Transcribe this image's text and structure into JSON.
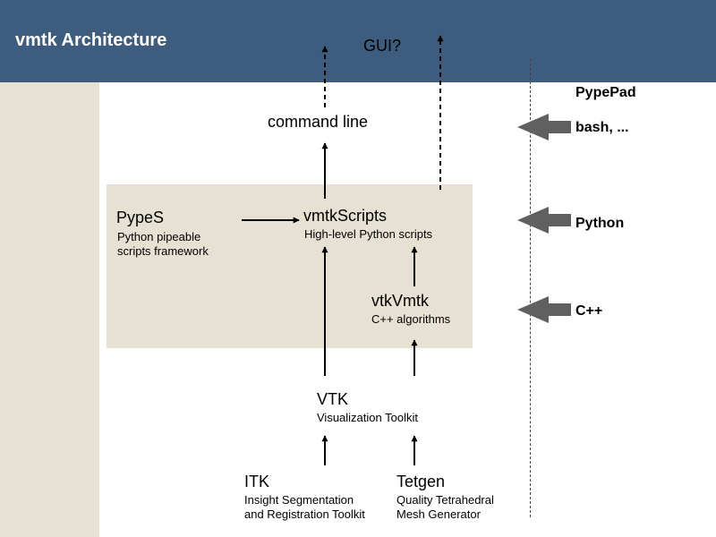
{
  "slide": {
    "title": "vmtk Architecture"
  },
  "nodes": {
    "gui": {
      "label": "GUI?"
    },
    "command_line": {
      "label": "command line"
    },
    "pypes": {
      "label": "PypeS",
      "desc_line1": "Python pipeable",
      "desc_line2": "scripts framework"
    },
    "vmtkscripts": {
      "label": "vmtkScripts",
      "desc": "High-level Python scripts"
    },
    "vtkvmtk": {
      "label": "vtkVmtk",
      "desc": "C++ algorithms"
    },
    "vtk": {
      "label": "VTK",
      "desc": "Visualization Toolkit"
    },
    "itk": {
      "label": "ITK",
      "desc_line1": "Insight Segmentation",
      "desc_line2": "and Registration Toolkit"
    },
    "tetgen": {
      "label": "Tetgen",
      "desc_line1": "Quality Tetrahedral",
      "desc_line2": "Mesh Generator"
    }
  },
  "languages": {
    "pypepad": "PypePad",
    "bash": "bash, ...",
    "python": "Python",
    "cpp": "C++"
  },
  "colors": {
    "header": "#3e5c7e",
    "panel": "#e6e1d2",
    "arrow": "#000000",
    "lang_arrow": "#606060"
  }
}
